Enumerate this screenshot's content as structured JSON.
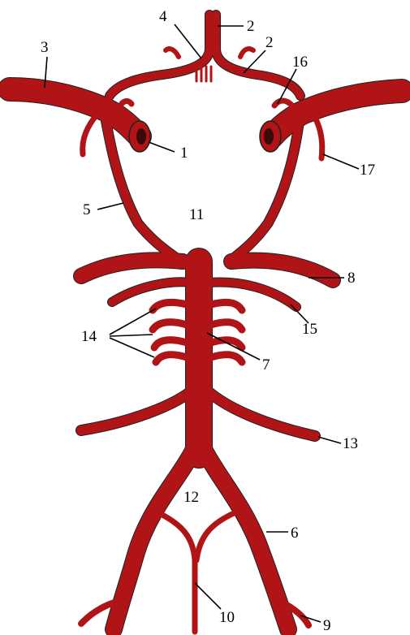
{
  "colors": {
    "artery": "#b11416",
    "outline": "#222222",
    "label": "#000000",
    "background": "#ffffff"
  },
  "labels": {
    "l1": "1",
    "l2a": "2",
    "l2b": "2",
    "l3": "3",
    "l4": "4",
    "l5": "5",
    "l6": "6",
    "l7": "7",
    "l8": "8",
    "l9": "9",
    "l10": "10",
    "l11": "11",
    "l12": "12",
    "l13": "13",
    "l14": "14",
    "l15": "15",
    "l16": "16",
    "l17": "17"
  }
}
